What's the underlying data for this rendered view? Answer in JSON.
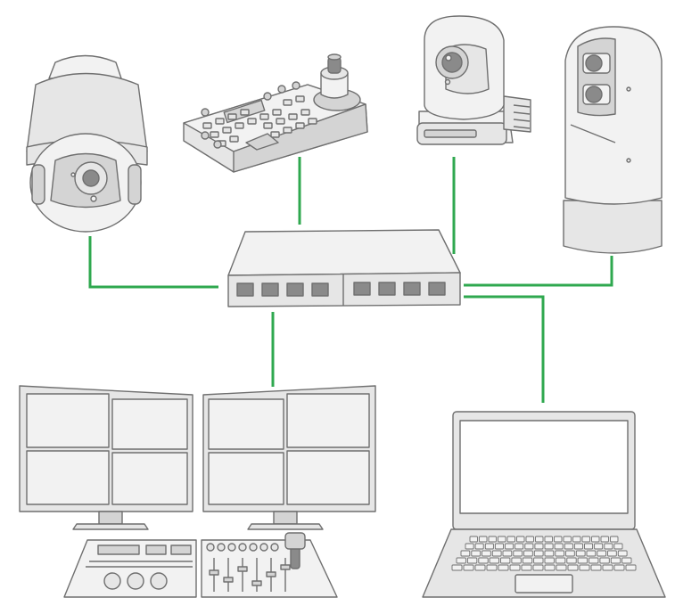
{
  "diagram": {
    "type": "network-topology",
    "colors": {
      "link": "#2fa84f",
      "device_fill": "#e6e6e6",
      "device_fill_light": "#f2f2f2",
      "device_stroke": "#6f6f6f",
      "dark": "#8a8a8a",
      "background": "#ffffff"
    },
    "nodes": [
      {
        "id": "dome-camera",
        "icon": "dome-camera-icon"
      },
      {
        "id": "ptz-controller",
        "icon": "ptz-keyboard-controller-icon"
      },
      {
        "id": "ptz-camera",
        "icon": "ptz-camera-icon"
      },
      {
        "id": "thermal-camera",
        "icon": "thermal-camera-icon"
      },
      {
        "id": "network-switch",
        "icon": "network-switch-icon"
      },
      {
        "id": "monitor-workstation",
        "icon": "dual-monitor-workstation-icon"
      },
      {
        "id": "laptop",
        "icon": "laptop-icon"
      }
    ],
    "links": [
      {
        "from": "dome-camera",
        "to": "network-switch"
      },
      {
        "from": "ptz-controller",
        "to": "network-switch"
      },
      {
        "from": "ptz-camera",
        "to": "network-switch"
      },
      {
        "from": "thermal-camera",
        "to": "network-switch"
      },
      {
        "from": "network-switch",
        "to": "monitor-workstation"
      },
      {
        "from": "network-switch",
        "to": "laptop"
      }
    ]
  }
}
